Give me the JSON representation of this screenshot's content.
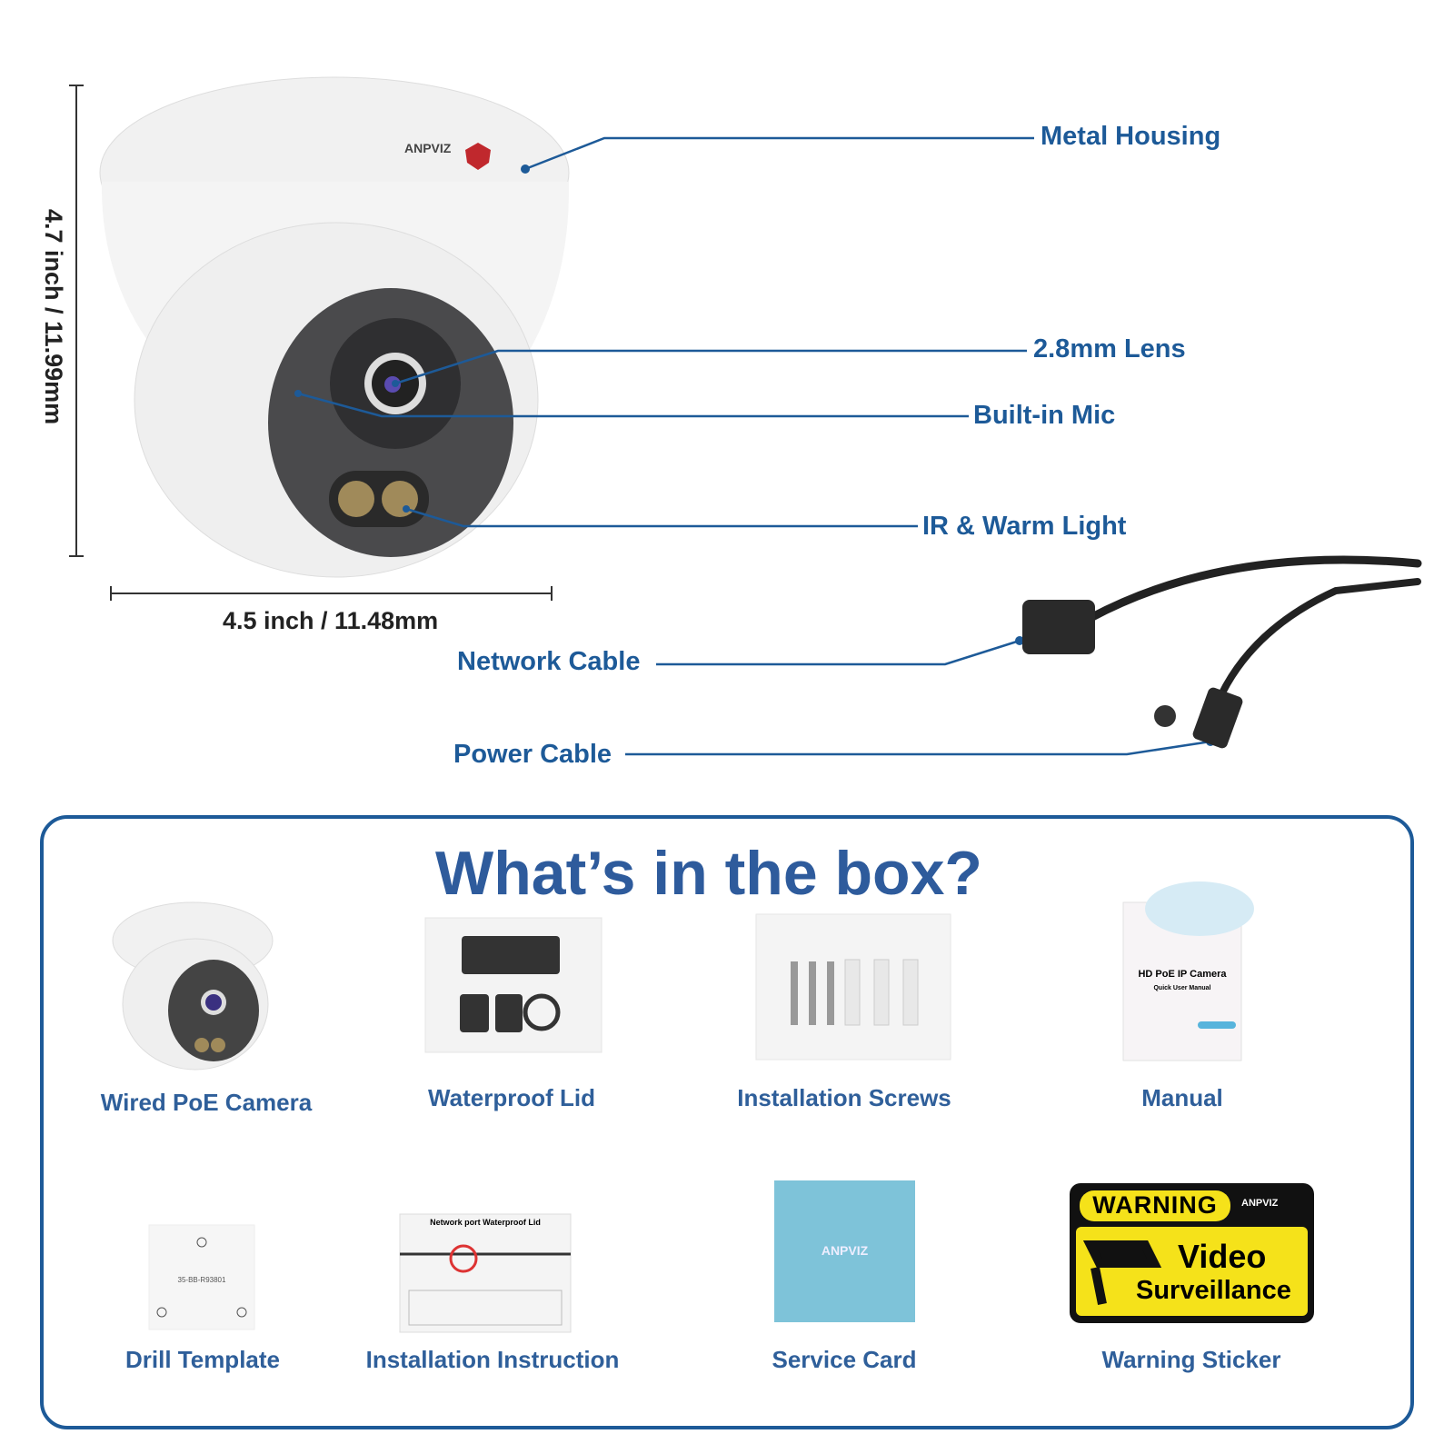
{
  "callouts": {
    "metal_housing": "Metal Housing",
    "lens": "2.8mm Lens",
    "mic": "Built-in Mic",
    "light": "IR & Warm Light",
    "network_cable": "Network Cable",
    "power_cable": "Power Cable"
  },
  "dimensions": {
    "height": "4.7 inch / 11.99mm",
    "width": "4.5 inch / 11.48mm"
  },
  "box": {
    "title": "What’s in the box?",
    "items": [
      {
        "label": "Wired PoE Camera"
      },
      {
        "label": "Waterproof Lid"
      },
      {
        "label": "Installation Screws"
      },
      {
        "label": "Manual",
        "cover_title": "HD PoE IP Camera",
        "cover_subtitle": "Quick User Manual"
      },
      {
        "label": "Drill Template",
        "code": "35-BB-R93801"
      },
      {
        "label": "Installation Instruction",
        "sheet_title": "Network port Waterproof Lid"
      },
      {
        "label": "Service Card",
        "brand": "ANPVIZ"
      },
      {
        "label": "Warning Sticker",
        "warning": "WARNING",
        "line1": "Video",
        "line2": "Surveillance",
        "brand": "ANPVIZ"
      }
    ]
  },
  "colors": {
    "accent": "#1d5a98",
    "title": "#2e5b9c",
    "sticker": "#f5e21a"
  }
}
